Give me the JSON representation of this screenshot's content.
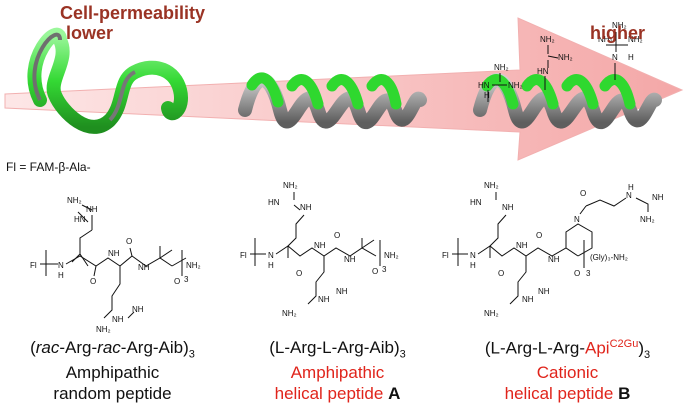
{
  "header": {
    "cell_permeability": "Cell-permeability",
    "lower": "lower",
    "higher": "higher"
  },
  "fl_definition": "Fl = FAM-β-Ala-",
  "peptides": [
    {
      "name_prefix_italic_1": "rac",
      "name_part_1": "-Arg-",
      "name_prefix_italic_2": "rac",
      "name_part_2": "-Arg-Aib)",
      "name_open": "(",
      "subscript": "3",
      "line1": "Amphipathic",
      "line2": "random peptide"
    },
    {
      "name_main": "(L-Arg-L-Arg-Aib)",
      "subscript": "3",
      "line1": "Amphipathic",
      "line2": "helical peptide ",
      "tag": "A"
    },
    {
      "name_main": "(L-Arg-L-Arg-",
      "name_red": "Api",
      "superscript_red": "C2Gu",
      "name_close": ")",
      "subscript": "3",
      "line1": "Cationic",
      "line2": "helical peptide ",
      "tag": "B"
    }
  ],
  "chem_labels": {
    "nh2": "NH₂",
    "nh": "NH",
    "h": "H",
    "n": "N",
    "hn": "HN",
    "o": "O",
    "fl": "Fl",
    "three": "3",
    "gly": "(Gly)₃-NH₂"
  },
  "colors": {
    "arrow_fill": "#f7c3c3",
    "helix_green": "#3ee63e",
    "helix_gray": "#8a8a8a",
    "accent_red": "#e0241b",
    "header_brown": "#9a3324"
  }
}
